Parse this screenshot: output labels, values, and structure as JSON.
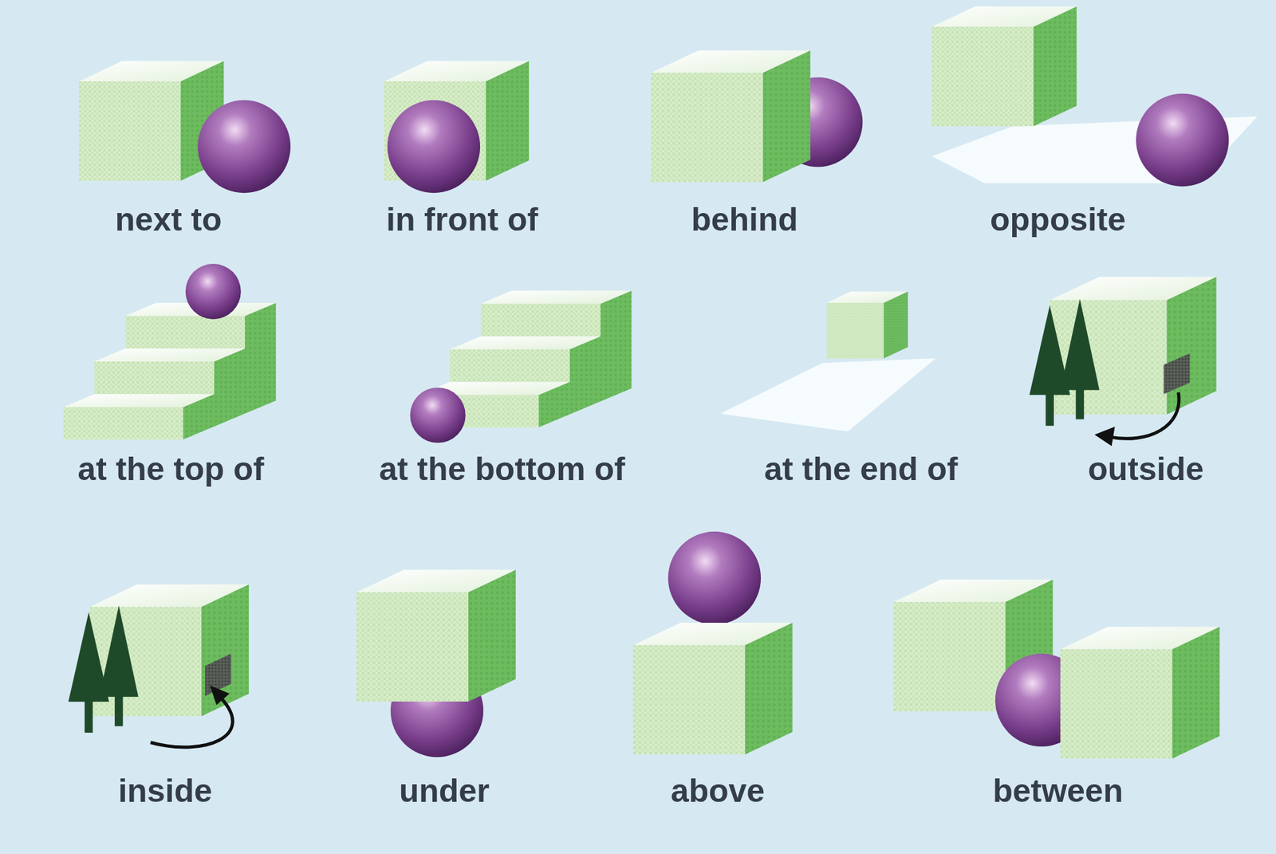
{
  "diagram": {
    "labels": [
      "next to",
      "in front of",
      "behind",
      "opposite",
      "at the top of",
      "at the bottom of",
      "at the end of",
      "outside",
      "inside",
      "under",
      "above",
      "between"
    ]
  }
}
